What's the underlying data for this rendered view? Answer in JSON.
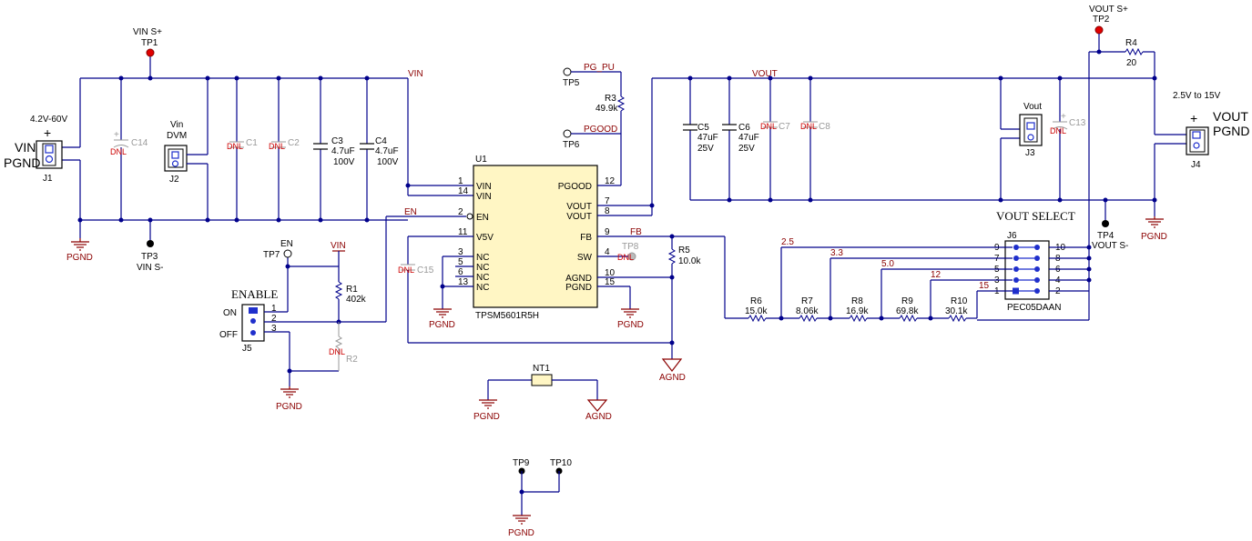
{
  "nets": {
    "vin": "VIN",
    "vout": "VOUT",
    "en": "EN",
    "fb": "FB",
    "pg_pu": "PG_PU",
    "pgood": "PGOOD",
    "pgnd": "PGND",
    "agnd": "AGND"
  },
  "testpoints": {
    "tp1": "TP1",
    "tp1_label": "VIN S+",
    "tp2": "TP2",
    "tp2_label": "VOUT S+",
    "tp3": "TP3",
    "tp3_label": "VIN S-",
    "tp4": "TP4",
    "tp4_label": "VOUT S-",
    "tp5": "TP5",
    "tp6": "TP6",
    "tp7": "TP7",
    "tp7_net": "EN",
    "tp8": "TP8",
    "tp9": "TP9",
    "tp10": "TP10"
  },
  "connectors": {
    "j1": "J1",
    "j1_range": "4.2V-60V",
    "j1_plus": "+",
    "j1_pin1": "VIN",
    "j1_pin2": "PGND",
    "j2": "J2",
    "j2_label1": "Vin",
    "j2_label2": "DVM",
    "j3": "J3",
    "j3_label": "Vout",
    "j4": "J4",
    "j4_range": "2.5V to 15V",
    "j4_plus": "+",
    "j4_pin1": "VOUT",
    "j4_pin2": "PGND",
    "j5": "J5",
    "j5_title": "ENABLE",
    "j5_on": "ON",
    "j5_off": "OFF",
    "j5_p1": "1",
    "j5_p2": "2",
    "j5_p3": "3",
    "j6": "J6",
    "j6_title": "VOUT SELECT",
    "j6_part": "PEC05DAAN",
    "j6_left_pins": [
      "9",
      "7",
      "5",
      "3",
      "1"
    ],
    "j6_right_pins": [
      "10",
      "8",
      "6",
      "4",
      "2"
    ],
    "j6_voltages": [
      "2.5",
      "3.3",
      "5.0",
      "12",
      "15"
    ]
  },
  "caps": {
    "c1": "C1",
    "c2": "C2",
    "c3": "C3",
    "c3_val": "4.7uF",
    "c3_v": "100V",
    "c4": "C4",
    "c4_val": "4.7uF",
    "c4_v": "100V",
    "c5": "C5",
    "c5_val": "47uF",
    "c5_v": "25V",
    "c6": "C6",
    "c6_val": "47uF",
    "c6_v": "25V",
    "c7": "C7",
    "c8": "C8",
    "c13": "C13",
    "c14": "C14",
    "c15": "C15",
    "dnl": "DNL",
    "polar": "+"
  },
  "resistors": {
    "r1": "R1",
    "r1_val": "402k",
    "r2": "R2",
    "r3": "R3",
    "r3_val": "49.9k",
    "r4": "R4",
    "r4_val": "20",
    "r5": "R5",
    "r5_val": "10.0k",
    "r6": "R6",
    "r6_val": "15.0k",
    "r7": "R7",
    "r7_val": "8.06k",
    "r8": "R8",
    "r8_val": "16.9k",
    "r9": "R9",
    "r9_val": "69.8k",
    "r10": "R10",
    "r10_val": "30.1k",
    "nt1": "NT1"
  },
  "ic": {
    "ref": "U1",
    "part": "TPSM5601R5H",
    "left_pins": [
      {
        "num": "1",
        "name": "VIN"
      },
      {
        "num": "14",
        "name": "VIN"
      },
      {
        "num": "2",
        "name": "EN"
      },
      {
        "num": "11",
        "name": "V5V"
      },
      {
        "num": "3",
        "name": "NC"
      },
      {
        "num": "5",
        "name": "NC"
      },
      {
        "num": "6",
        "name": "NC"
      },
      {
        "num": "13",
        "name": "NC"
      }
    ],
    "right_pins": [
      {
        "num": "12",
        "name": "PGOOD"
      },
      {
        "num": "7",
        "name": "VOUT"
      },
      {
        "num": "8",
        "name": "VOUT"
      },
      {
        "num": "9",
        "name": "FB"
      },
      {
        "num": "4",
        "name": "SW"
      },
      {
        "num": "10",
        "name": "AGND"
      },
      {
        "num": "15",
        "name": "PGND"
      }
    ]
  }
}
